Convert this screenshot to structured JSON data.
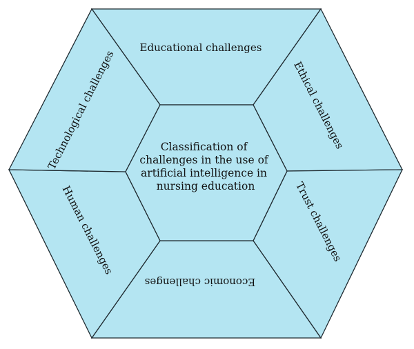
{
  "diagram": {
    "center": {
      "lines": [
        "Classification of",
        "challenges in the use of",
        "artificial intelligence in",
        "nursing education"
      ],
      "fill": "#b4e5f2"
    },
    "segments": [
      {
        "id": "top",
        "label": "Educational challenges",
        "fill": "#b4e5f2"
      },
      {
        "id": "upper-right",
        "label": "Ethical challenges",
        "fill": "#b4e5f2"
      },
      {
        "id": "lower-right",
        "label": "Trust challenges",
        "fill": "#b4e5f2"
      },
      {
        "id": "bottom",
        "label": "Economic challenges",
        "fill": "#b4e5f2"
      },
      {
        "id": "lower-left",
        "label": "Human challenges",
        "fill": "#b4e5f2"
      },
      {
        "id": "upper-left",
        "label": "Technological challenges",
        "fill": "#b4e5f2"
      }
    ],
    "stroke_color": "#1f2a30"
  }
}
